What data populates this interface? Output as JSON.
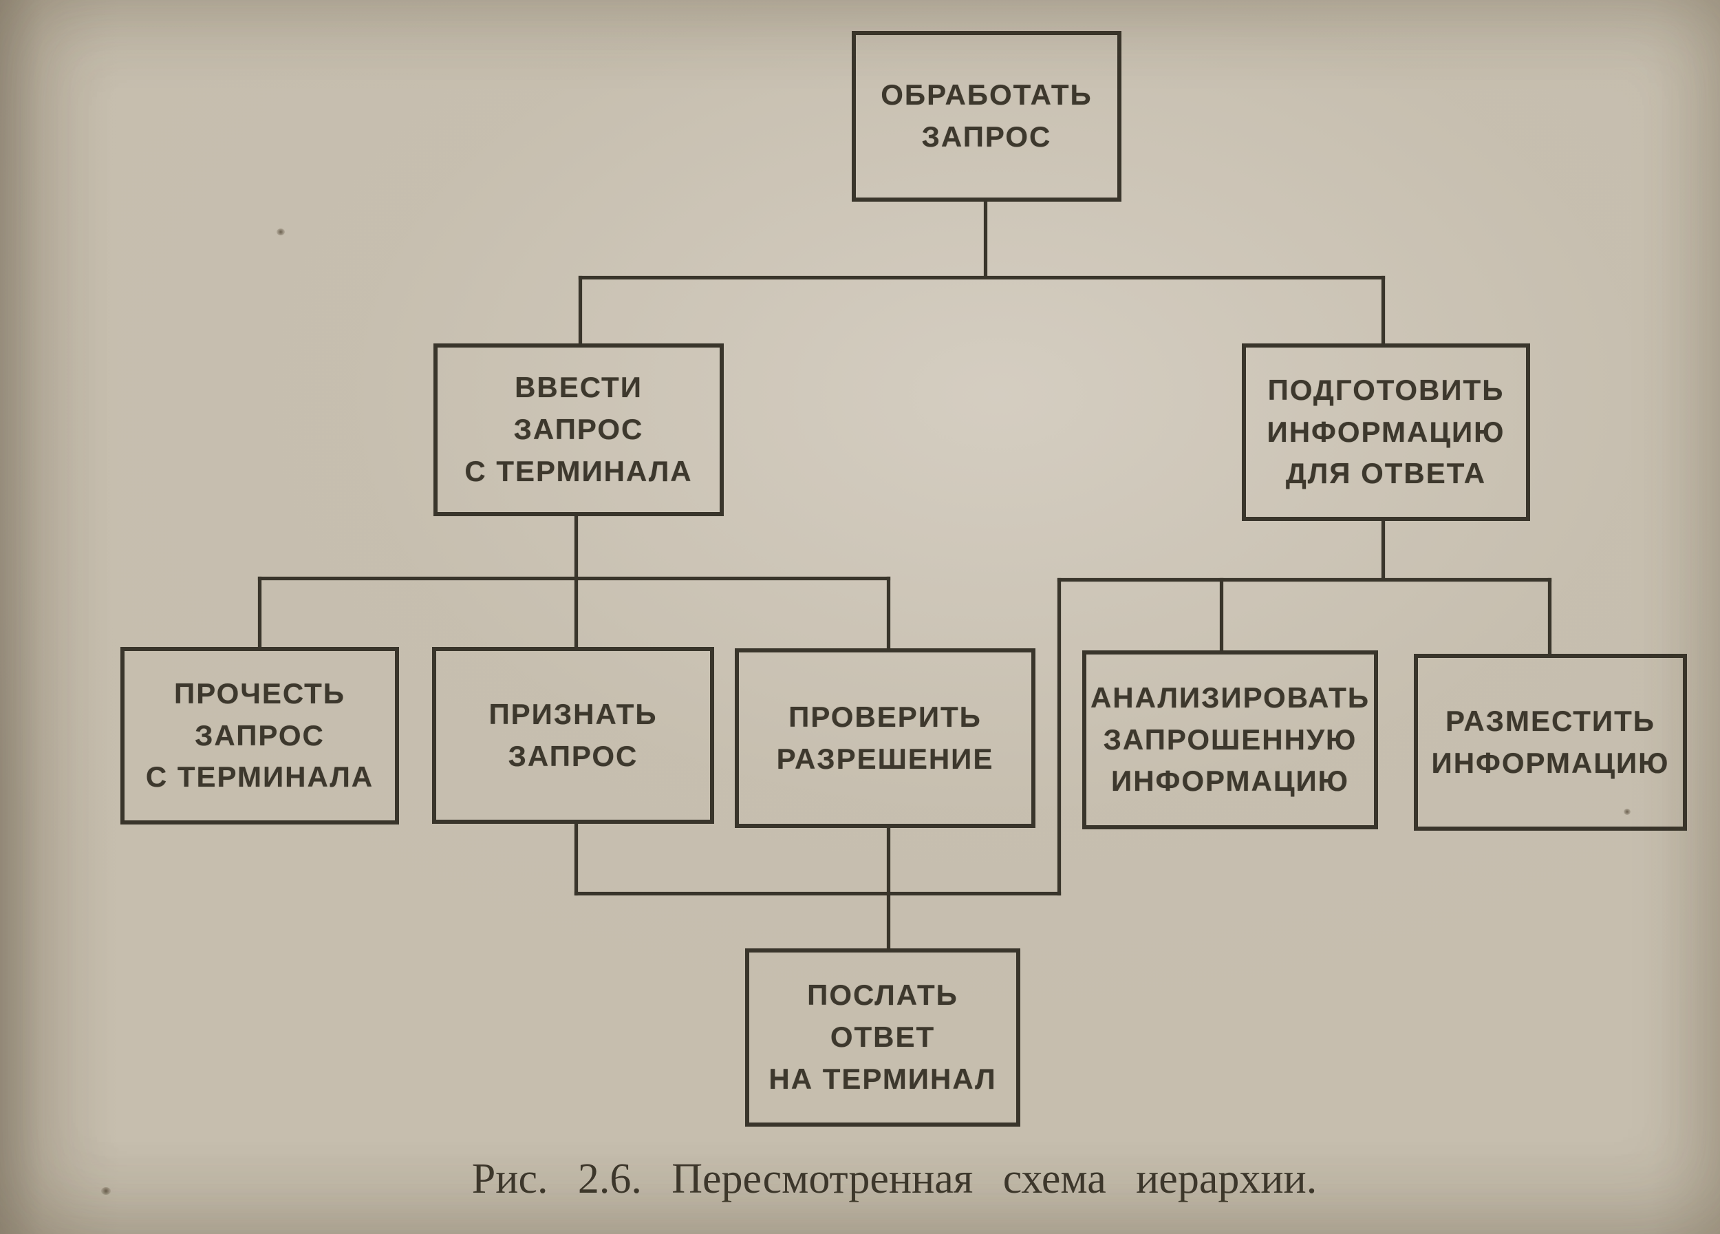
{
  "figure": {
    "caption": "Рис. 2.6. Пересмотренная схема иерархии."
  },
  "diagram": {
    "type": "hierarchy-chart",
    "nodes": [
      {
        "id": "process-request",
        "label": [
          "ОБРАБОТАТЬ",
          "ЗАПРОС"
        ]
      },
      {
        "id": "input-request-from-terminal",
        "label": [
          "ВВЕСТИ",
          "ЗАПРОС",
          "С ТЕРМИНАЛА"
        ]
      },
      {
        "id": "prepare-info-for-reply",
        "label": [
          "ПОДГОТОВИТЬ",
          "ИНФОРМАЦИЮ",
          "ДЛЯ ОТВЕТА"
        ]
      },
      {
        "id": "read-request-from-terminal",
        "label": [
          "ПРОЧЕСТЬ",
          "ЗАПРОС",
          "С ТЕРМИНАЛА"
        ]
      },
      {
        "id": "acknowledge-request",
        "label": [
          "ПРИЗНАТЬ",
          "ЗАПРОС"
        ]
      },
      {
        "id": "check-authorization",
        "label": [
          "ПРОВЕРИТЬ",
          "РАЗРЕШЕНИЕ"
        ]
      },
      {
        "id": "analyze-requested-info",
        "label": [
          "АНАЛИЗИРОВАТЬ",
          "ЗАПРОШЕННУЮ",
          "ИНФОРМАЦИЮ"
        ]
      },
      {
        "id": "place-info",
        "label": [
          "РАЗМЕСТИТЬ",
          "ИНФОРМАЦИЮ"
        ]
      },
      {
        "id": "send-reply-to-terminal",
        "label": [
          "ПОСЛАТЬ",
          "ОТВЕТ",
          "НА ТЕРМИНАЛ"
        ]
      }
    ],
    "edges": [
      {
        "from": "process-request",
        "to": "input-request-from-terminal"
      },
      {
        "from": "process-request",
        "to": "prepare-info-for-reply"
      },
      {
        "from": "input-request-from-terminal",
        "to": "read-request-from-terminal"
      },
      {
        "from": "input-request-from-terminal",
        "to": "acknowledge-request"
      },
      {
        "from": "input-request-from-terminal",
        "to": "check-authorization"
      },
      {
        "from": "prepare-info-for-reply",
        "to": "analyze-requested-info"
      },
      {
        "from": "prepare-info-for-reply",
        "to": "place-info"
      },
      {
        "from": "acknowledge-request",
        "to": "send-reply-to-terminal"
      },
      {
        "from": "check-authorization",
        "to": "send-reply-to-terminal"
      },
      {
        "from": "prepare-info-for-reply",
        "to": "send-reply-to-terminal"
      }
    ]
  },
  "colors": {
    "paper": "#c6beae",
    "ink": "#39352b"
  }
}
